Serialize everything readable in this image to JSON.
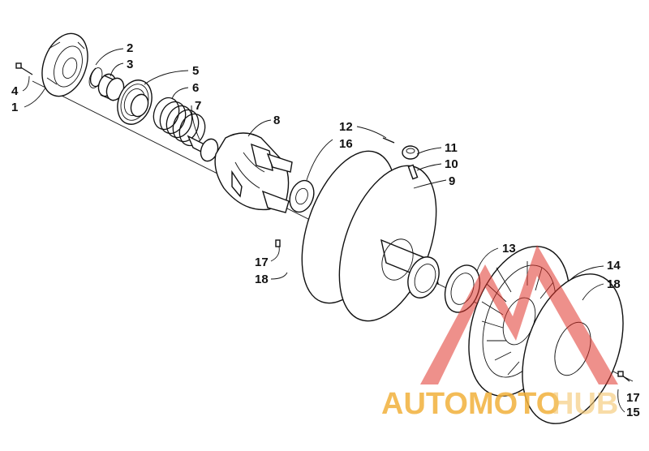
{
  "callouts": [
    {
      "id": "c1",
      "text": "1"
    },
    {
      "id": "c2",
      "text": "2"
    },
    {
      "id": "c3",
      "text": "3"
    },
    {
      "id": "c4",
      "text": "4"
    },
    {
      "id": "c5",
      "text": "5"
    },
    {
      "id": "c6",
      "text": "6"
    },
    {
      "id": "c7",
      "text": "7"
    },
    {
      "id": "c8",
      "text": "8"
    },
    {
      "id": "c9",
      "text": "9"
    },
    {
      "id": "c10",
      "text": "10"
    },
    {
      "id": "c11",
      "text": "11"
    },
    {
      "id": "c12",
      "text": "12"
    },
    {
      "id": "c13",
      "text": "13"
    },
    {
      "id": "c14",
      "text": "14"
    },
    {
      "id": "c15",
      "text": "15"
    },
    {
      "id": "c16",
      "text": "16"
    },
    {
      "id": "c17a",
      "text": "17"
    },
    {
      "id": "c17b",
      "text": "17"
    },
    {
      "id": "c18a",
      "text": "18"
    },
    {
      "id": "c18b",
      "text": "18"
    }
  ],
  "watermark": {
    "part1": "AUTOMOTO",
    "part2": "HUB",
    "color_primary": "#f2b13b",
    "color_secondary": "#f4c66e",
    "color_accent": "#e0352b"
  }
}
